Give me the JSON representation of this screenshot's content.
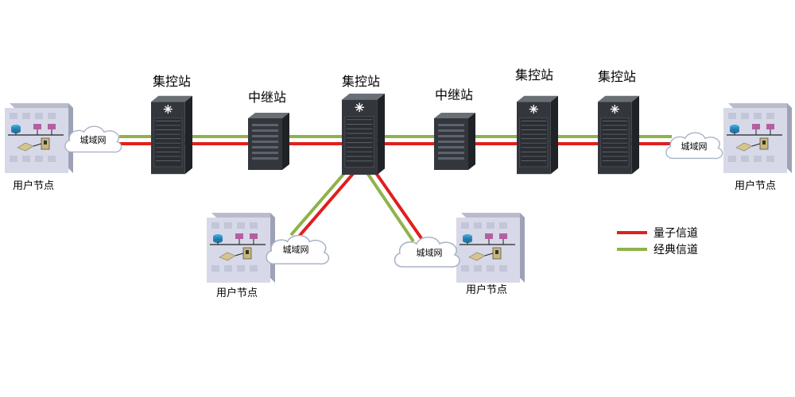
{
  "labels": {
    "control_station": "集控站",
    "relay_station": "中继站",
    "user_node": "用户节点",
    "metro_network": "城域网"
  },
  "legend": {
    "quantum_channel": "量子信道",
    "classical_channel": "经典信道"
  },
  "colors": {
    "quantum": "#e01f1f",
    "classical": "#8fb24a"
  }
}
